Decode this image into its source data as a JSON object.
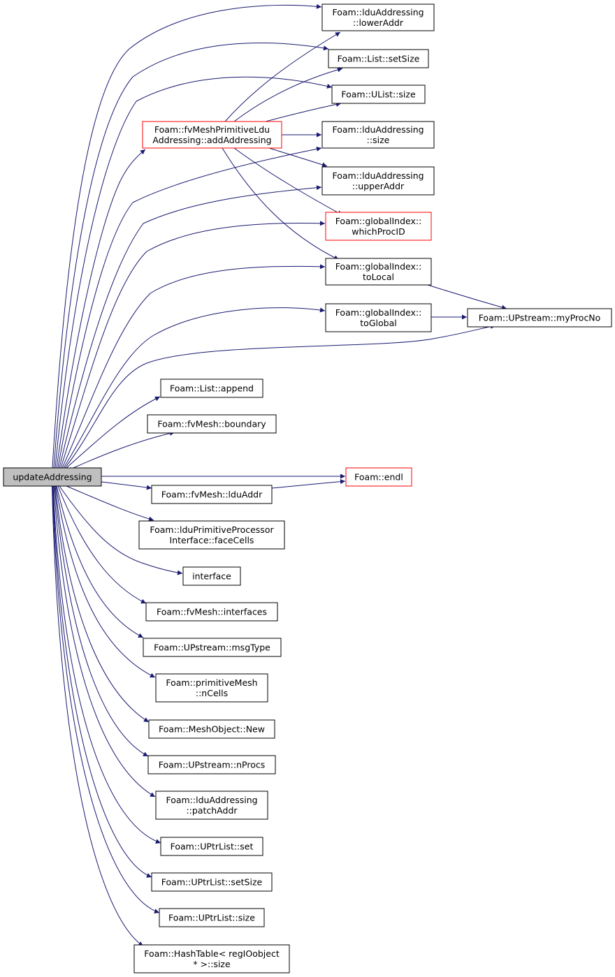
{
  "colors": {
    "edge": "#191970",
    "node_border": "#000000",
    "node_border_alert": "#ff0000",
    "root_fill": "#bfbfbf",
    "node_fill": "#ffffff"
  },
  "nodes": {
    "root": {
      "lines": [
        "updateAddressing"
      ]
    },
    "fvmpla": {
      "lines": [
        "Foam::fvMeshPrimitiveLdu",
        "Addressing::addAddressing"
      ]
    },
    "lowerAddr": {
      "lines": [
        "Foam::lduAddressing",
        "::lowerAddr"
      ]
    },
    "listSetSize": {
      "lines": [
        "Foam::List::setSize"
      ]
    },
    "ulistSize": {
      "lines": [
        "Foam::UList::size"
      ]
    },
    "lduSize": {
      "lines": [
        "Foam::lduAddressing",
        "::size"
      ]
    },
    "upperAddr": {
      "lines": [
        "Foam::lduAddressing",
        "::upperAddr"
      ]
    },
    "whichProcID": {
      "lines": [
        "Foam::globalIndex::",
        "whichProcID"
      ]
    },
    "toLocal": {
      "lines": [
        "Foam::globalIndex::",
        "toLocal"
      ]
    },
    "toGlobal": {
      "lines": [
        "Foam::globalIndex::",
        "toGlobal"
      ]
    },
    "myProcNo": {
      "lines": [
        "Foam::UPstream::myProcNo"
      ]
    },
    "append": {
      "lines": [
        "Foam::List::append"
      ]
    },
    "boundary": {
      "lines": [
        "Foam::fvMesh::boundary"
      ]
    },
    "endl": {
      "lines": [
        "Foam::endl"
      ]
    },
    "lduAddr": {
      "lines": [
        "Foam::fvMesh::lduAddr"
      ]
    },
    "faceCells": {
      "lines": [
        "Foam::lduPrimitiveProcessor",
        "Interface::faceCells"
      ]
    },
    "interface": {
      "lines": [
        "interface"
      ]
    },
    "interfaces": {
      "lines": [
        "Foam::fvMesh::interfaces"
      ]
    },
    "msgType": {
      "lines": [
        "Foam::UPstream::msgType"
      ]
    },
    "nCells": {
      "lines": [
        "Foam::primitiveMesh",
        "::nCells"
      ]
    },
    "moNew": {
      "lines": [
        "Foam::MeshObject::New"
      ]
    },
    "nProcs": {
      "lines": [
        "Foam::UPstream::nProcs"
      ]
    },
    "patchAddr": {
      "lines": [
        "Foam::lduAddressing",
        "::patchAddr"
      ]
    },
    "uptrSet": {
      "lines": [
        "Foam::UPtrList::set"
      ]
    },
    "uptrSetSize": {
      "lines": [
        "Foam::UPtrList::setSize"
      ]
    },
    "uptrSize": {
      "lines": [
        "Foam::UPtrList::size"
      ]
    },
    "hashSize": {
      "lines": [
        "Foam::HashTable< regIOobject",
        "* >::size"
      ]
    }
  },
  "edges": [
    [
      "root",
      "lowerAddr"
    ],
    [
      "root",
      "listSetSize"
    ],
    [
      "root",
      "ulistSize"
    ],
    [
      "root",
      "fvmpla"
    ],
    [
      "root",
      "lduSize"
    ],
    [
      "root",
      "upperAddr"
    ],
    [
      "root",
      "whichProcID"
    ],
    [
      "root",
      "toLocal"
    ],
    [
      "root",
      "toGlobal"
    ],
    [
      "root",
      "myProcNo"
    ],
    [
      "root",
      "append"
    ],
    [
      "root",
      "boundary"
    ],
    [
      "root",
      "endl"
    ],
    [
      "root",
      "lduAddr"
    ],
    [
      "root",
      "faceCells"
    ],
    [
      "root",
      "interface"
    ],
    [
      "root",
      "interfaces"
    ],
    [
      "root",
      "msgType"
    ],
    [
      "root",
      "nCells"
    ],
    [
      "root",
      "moNew"
    ],
    [
      "root",
      "nProcs"
    ],
    [
      "root",
      "patchAddr"
    ],
    [
      "root",
      "uptrSet"
    ],
    [
      "root",
      "uptrSetSize"
    ],
    [
      "root",
      "uptrSize"
    ],
    [
      "root",
      "hashSize"
    ],
    [
      "fvmpla",
      "lowerAddr"
    ],
    [
      "fvmpla",
      "listSetSize"
    ],
    [
      "fvmpla",
      "ulistSize"
    ],
    [
      "fvmpla",
      "lduSize"
    ],
    [
      "fvmpla",
      "upperAddr"
    ],
    [
      "fvmpla",
      "whichProcID"
    ],
    [
      "fvmpla",
      "toLocal"
    ],
    [
      "toLocal",
      "myProcNo"
    ],
    [
      "toGlobal",
      "myProcNo"
    ],
    [
      "lduAddr",
      "endl"
    ]
  ]
}
